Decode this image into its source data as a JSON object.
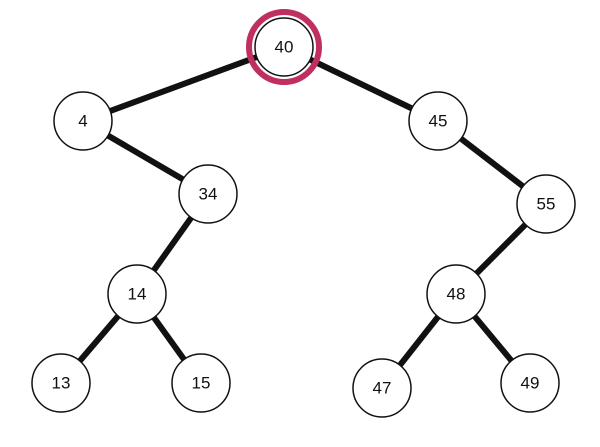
{
  "colors": {
    "highlight": "#c0305e",
    "edge": "#111111",
    "node_fill": "#ffffff",
    "node_stroke": "#111111"
  },
  "tree": {
    "highlighted": "40",
    "nodes": [
      {
        "id": "n40",
        "label": "40"
      },
      {
        "id": "n4",
        "label": "4"
      },
      {
        "id": "n45",
        "label": "45"
      },
      {
        "id": "n34",
        "label": "34"
      },
      {
        "id": "n55",
        "label": "55"
      },
      {
        "id": "n14",
        "label": "14"
      },
      {
        "id": "n48",
        "label": "48"
      },
      {
        "id": "n13",
        "label": "13"
      },
      {
        "id": "n15",
        "label": "15"
      },
      {
        "id": "n47",
        "label": "47"
      },
      {
        "id": "n49",
        "label": "49"
      }
    ],
    "edges": [
      {
        "from": "n40",
        "to": "n4"
      },
      {
        "from": "n40",
        "to": "n45"
      },
      {
        "from": "n4",
        "to": "n34"
      },
      {
        "from": "n45",
        "to": "n55"
      },
      {
        "from": "n34",
        "to": "n14"
      },
      {
        "from": "n55",
        "to": "n48"
      },
      {
        "from": "n14",
        "to": "n13"
      },
      {
        "from": "n14",
        "to": "n15"
      },
      {
        "from": "n48",
        "to": "n47"
      },
      {
        "from": "n48",
        "to": "n49"
      }
    ]
  }
}
